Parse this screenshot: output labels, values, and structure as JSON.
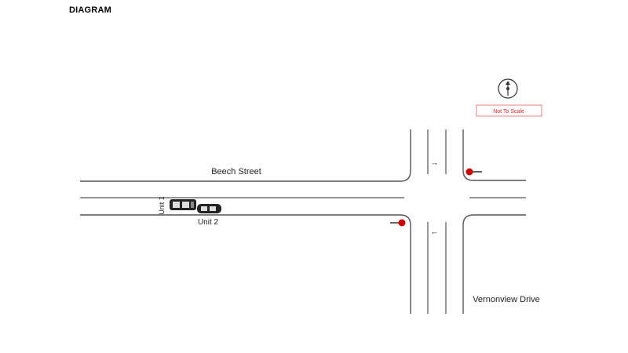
{
  "header": {
    "title": "DIAGRAM"
  },
  "scale_note": "Not To Scale",
  "streets": {
    "horizontal": "Beech Street",
    "vertical": "Vernonview Drive"
  },
  "units": {
    "unit1": "Unit 1",
    "unit2": "Unit 2"
  },
  "lane_arrows": {
    "north": "↓",
    "south": "↑"
  },
  "colors": {
    "line": "#555555",
    "signal": "#cc0000",
    "scale_text": "#e02020",
    "scale_border": "#e08080",
    "vehicle": "#222222"
  },
  "icons": {
    "compass": "north-arrow-icon",
    "signal": "traffic-signal-icon",
    "vehicle": "car-icon"
  }
}
